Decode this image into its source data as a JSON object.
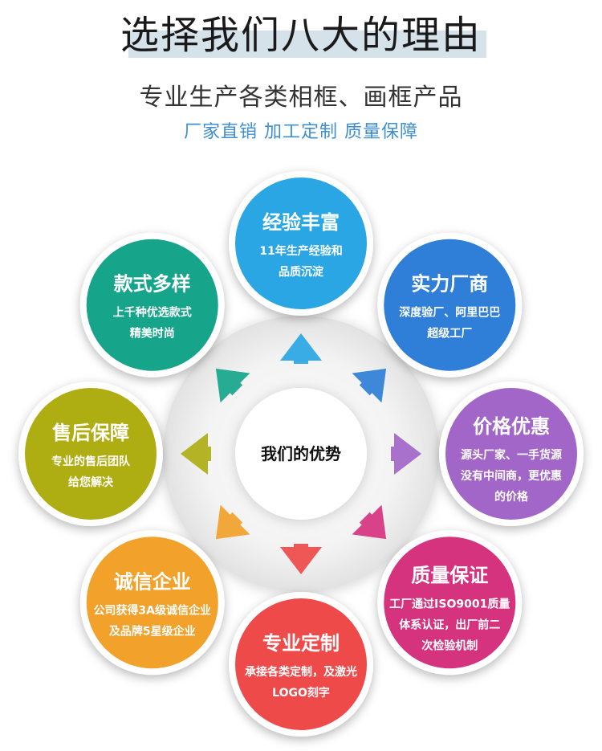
{
  "header": {
    "title": "选择我们八大的理由",
    "subtitle": "专业生产各类相框、画框产品",
    "tagline": "厂家直销 加工定制 质量保障"
  },
  "center": {
    "label": "我们的优势"
  },
  "nodes": [
    {
      "id": "experience",
      "title": "经验丰富",
      "lines": [
        "11年生产经验和",
        "品质沉淀"
      ],
      "color": "#2aa6e4",
      "icon": "arrow-up-icon"
    },
    {
      "id": "strength",
      "title": "实力厂商",
      "lines": [
        "深度验厂、阿里巴巴",
        "超级工厂"
      ],
      "color": "#2f7fd8",
      "icon": "arrow-up-right-icon"
    },
    {
      "id": "price",
      "title": "价格优惠",
      "lines": [
        "源头厂家、一手货源",
        "没有中间商，更优惠",
        "的价格"
      ],
      "color": "#a266c8",
      "icon": "arrow-right-icon"
    },
    {
      "id": "quality",
      "title": "质量保证",
      "lines": [
        "工厂通过ISO9001质量",
        "体系认证，出厂前二",
        "次检验机制"
      ],
      "color": "#d6337f",
      "icon": "arrow-down-right-icon"
    },
    {
      "id": "custom",
      "title": "专业定制",
      "lines": [
        "承接各类定制，及激光",
        "LOGO刻字"
      ],
      "color": "#ef4a4a",
      "icon": "arrow-down-icon"
    },
    {
      "id": "credit",
      "title": "诚信企业",
      "lines": [
        "公司获得3A级诚信企业",
        "及品牌5星级企业"
      ],
      "color": "#f2a12a",
      "icon": "arrow-down-left-icon"
    },
    {
      "id": "service",
      "title": "售后保障",
      "lines": [
        "专业的售后团队",
        "给您解决"
      ],
      "color": "#aeae13",
      "icon": "arrow-left-icon"
    },
    {
      "id": "style",
      "title": "款式多样",
      "lines": [
        "上千种优选款式",
        "精美时尚"
      ],
      "color": "#16a58a",
      "icon": "arrow-up-left-icon"
    }
  ]
}
